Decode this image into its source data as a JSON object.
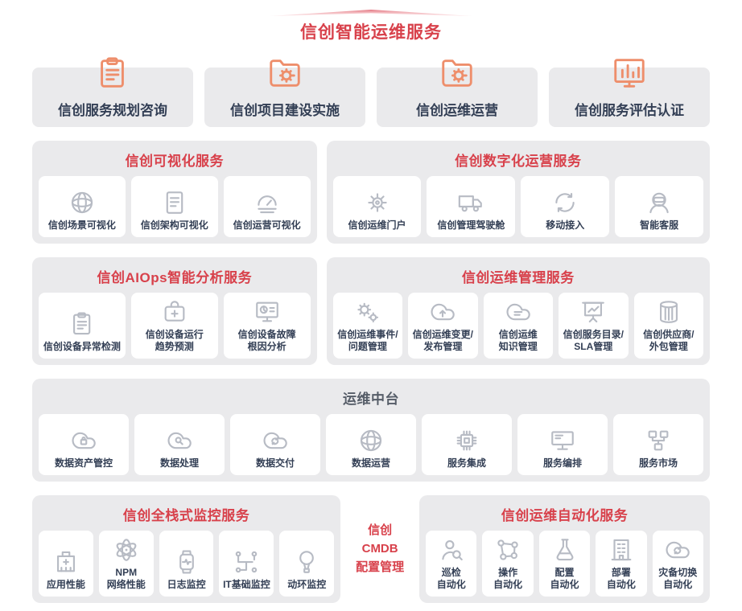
{
  "page": {
    "title": "信创智能运维服务"
  },
  "colors": {
    "accent_red": "#d8414b",
    "icon_orange": "#ee8e6b",
    "icon_gray": "#b7bbc4",
    "panel_gray": "#eaeaec",
    "text_dark": "#333f55",
    "title_gray": "#565d68"
  },
  "top_services": [
    {
      "label": "信创服务规划咨询",
      "icon": "clipboard-icon"
    },
    {
      "label": "信创项目建设实施",
      "icon": "folder-gear-icon"
    },
    {
      "label": "信创运维运营",
      "icon": "folder-gear-icon"
    },
    {
      "label": "信创服务评估认证",
      "icon": "bar-chart-icon"
    }
  ],
  "sections": {
    "viz": {
      "title": "信创可视化服务",
      "items": [
        {
          "label": "信创场景可视化",
          "icon": "globe-icon"
        },
        {
          "label": "信创架构可视化",
          "icon": "document-icon"
        },
        {
          "label": "信创运营可视化",
          "icon": "gauge-icon"
        }
      ]
    },
    "digital_ops": {
      "title": "信创数字化运营服务",
      "items": [
        {
          "label": "信创运维门户",
          "icon": "gear-icon"
        },
        {
          "label": "信创管理驾驶舱",
          "icon": "truck-icon"
        },
        {
          "label": "移动接入",
          "icon": "refresh-arrows-icon"
        },
        {
          "label": "智能客服",
          "icon": "smart-agent-icon"
        }
      ]
    },
    "aiops": {
      "title": "信创AIOps智能分析服务",
      "items": [
        {
          "label": "信创设备异常检测",
          "icon": "checklist-icon"
        },
        {
          "label": "信创设备运行\n趋势预测",
          "icon": "medkit-icon"
        },
        {
          "label": "信创设备故障\n根因分析",
          "icon": "monitor-chart-icon"
        }
      ]
    },
    "om_mgmt": {
      "title": "信创运维管理服务",
      "items": [
        {
          "label": "信创运维事件/\n问题管理",
          "icon": "gears-icon"
        },
        {
          "label": "信创运维变更/\n发布管理",
          "icon": "cloud-upload-icon"
        },
        {
          "label": "信创运维\n知识管理",
          "icon": "cloud-icon"
        },
        {
          "label": "信创服务目录/\nSLA管理",
          "icon": "presentation-chart-icon"
        },
        {
          "label": "信创供应商/\n外包管理",
          "icon": "container-icon"
        }
      ]
    },
    "middle_platform": {
      "title": "运维中台",
      "items": [
        {
          "label": "数据资产管控",
          "icon": "cloud-lock-icon"
        },
        {
          "label": "数据处理",
          "icon": "cloud-search-icon"
        },
        {
          "label": "数据交付",
          "icon": "cloud-sync-icon"
        },
        {
          "label": "数据运营",
          "icon": "globe-icon"
        },
        {
          "label": "服务集成",
          "icon": "chip-icon"
        },
        {
          "label": "服务编排",
          "icon": "desktop-icon"
        },
        {
          "label": "服务市场",
          "icon": "network-nodes-icon"
        }
      ]
    },
    "monitoring": {
      "title": "信创全栈式监控服务",
      "items": [
        {
          "label": "应用性能",
          "icon": "hospital-icon"
        },
        {
          "label": "NPM\n网络性能",
          "icon": "atom-icon"
        },
        {
          "label": "日志监控",
          "icon": "watch-icon"
        },
        {
          "label": "IT基础监控",
          "icon": "circuit-icon"
        },
        {
          "label": "动环监控",
          "icon": "balloon-icon"
        }
      ]
    },
    "cmdb": {
      "lines": [
        "信创",
        "CMDB",
        "配置管理"
      ]
    },
    "automation": {
      "title": "信创运维自动化服务",
      "items": [
        {
          "label": "巡检\n自动化",
          "icon": "person-search-icon"
        },
        {
          "label": "操作\n自动化",
          "icon": "nodes-icon"
        },
        {
          "label": "配置\n自动化",
          "icon": "flask-icon"
        },
        {
          "label": "部署\n自动化",
          "icon": "building-icon"
        },
        {
          "label": "灾备切换\n自动化",
          "icon": "cloud-sync-icon"
        }
      ]
    }
  }
}
